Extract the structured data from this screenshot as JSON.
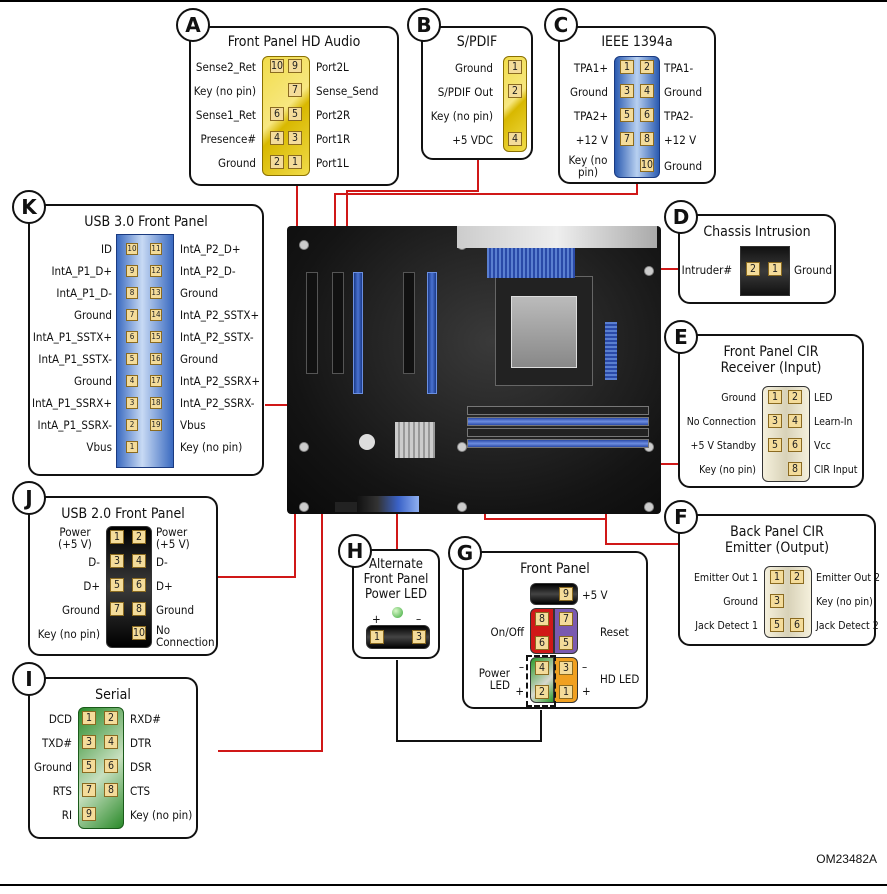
{
  "figure_id": "OM23482A",
  "connectors": {
    "A": {
      "badge": "A",
      "title": "Front Panel HD Audio",
      "rows": [
        {
          "left": "Sense2_Ret",
          "pins": [
            "10",
            "9"
          ],
          "right": "Port2L"
        },
        {
          "left": "Key (no pin)",
          "pins": [
            "",
            "7"
          ],
          "right": "Sense_Send"
        },
        {
          "left": "Sense1_Ret",
          "pins": [
            "6",
            "5"
          ],
          "right": "Port2R"
        },
        {
          "left": "Presence#",
          "pins": [
            "4",
            "3"
          ],
          "right": "Port1R"
        },
        {
          "left": "Ground",
          "pins": [
            "2",
            "1"
          ],
          "right": "Port1L"
        }
      ]
    },
    "B": {
      "badge": "B",
      "title": "S/PDIF",
      "rows": [
        {
          "left": "Ground",
          "pin": "1"
        },
        {
          "left": "S/PDIF Out",
          "pin": "2"
        },
        {
          "left": "Key (no pin)",
          "pin": ""
        },
        {
          "left": "+5 VDC",
          "pin": "4"
        }
      ]
    },
    "C": {
      "badge": "C",
      "title": "IEEE 1394a",
      "rows": [
        {
          "left": "TPA1+",
          "pins": [
            "1",
            "2"
          ],
          "right": "TPA1-"
        },
        {
          "left": "Ground",
          "pins": [
            "3",
            "4"
          ],
          "right": "Ground"
        },
        {
          "left": "TPA2+",
          "pins": [
            "5",
            "6"
          ],
          "right": "TPA2-"
        },
        {
          "left": "+12 V",
          "pins": [
            "7",
            "8"
          ],
          "right": "+12 V"
        },
        {
          "left": "Key (no pin)",
          "pins": [
            "",
            "10"
          ],
          "right": "Ground"
        }
      ]
    },
    "D": {
      "badge": "D",
      "title": "Chassis Intrusion",
      "left": "Intruder#",
      "pins": [
        "2",
        "1"
      ],
      "right": "Ground"
    },
    "E": {
      "badge": "E",
      "title_line1": "Front Panel CIR",
      "title_line2": "Receiver (Input)",
      "rows": [
        {
          "left": "Ground",
          "pins": [
            "1",
            "2"
          ],
          "right": "LED"
        },
        {
          "left": "No Connection",
          "pins": [
            "3",
            "4"
          ],
          "right": "Learn-In"
        },
        {
          "left": "+5 V Standby",
          "pins": [
            "5",
            "6"
          ],
          "right": "Vcc"
        },
        {
          "left": "Key (no pin)",
          "pins": [
            "",
            "8"
          ],
          "right": "CIR Input"
        }
      ]
    },
    "F": {
      "badge": "F",
      "title_line1": "Back Panel CIR",
      "title_line2": "Emitter (Output)",
      "rows": [
        {
          "left": "Emitter Out 1",
          "pins": [
            "1",
            "2"
          ],
          "right": "Emitter Out 2"
        },
        {
          "left": "Ground",
          "pins": [
            "3",
            ""
          ],
          "right": "Key (no pin)"
        },
        {
          "left": "Jack Detect 1",
          "pins": [
            "5",
            "6"
          ],
          "right": "Jack Detect 2"
        }
      ]
    },
    "G": {
      "badge": "G",
      "title": "Front Panel",
      "pins": [
        "9",
        "8",
        "7",
        "6",
        "5",
        "4",
        "3",
        "2",
        "1"
      ],
      "labels": {
        "plus5v": "+5 V",
        "onoff": "On/Off",
        "reset": "Reset",
        "powerled_1": "Power",
        "powerled_2": "LED",
        "hdled": "HD LED",
        "minus": "–",
        "plus": "+"
      }
    },
    "H": {
      "badge": "H",
      "title_line1": "Alternate",
      "title_line2": "Front Panel",
      "title_line3": "Power LED",
      "plus": "+",
      "minus": "–",
      "pins": [
        "1",
        "3"
      ]
    },
    "I": {
      "badge": "I",
      "title": "Serial",
      "rows": [
        {
          "left": "DCD",
          "pins": [
            "1",
            "2"
          ],
          "right": "RXD#"
        },
        {
          "left": "TXD#",
          "pins": [
            "3",
            "4"
          ],
          "right": "DTR"
        },
        {
          "left": "Ground",
          "pins": [
            "5",
            "6"
          ],
          "right": "DSR"
        },
        {
          "left": "RTS",
          "pins": [
            "7",
            "8"
          ],
          "right": "CTS"
        },
        {
          "left": "RI",
          "pins": [
            "9",
            ""
          ],
          "right": "Key (no pin)"
        }
      ]
    },
    "J": {
      "badge": "J",
      "title": "USB 2.0 Front Panel",
      "rows": [
        {
          "left": "Power (+5 V)",
          "pins": [
            "1",
            "2"
          ],
          "right": "Power (+5 V)"
        },
        {
          "left": "D-",
          "pins": [
            "3",
            "4"
          ],
          "right": "D-"
        },
        {
          "left": "D+",
          "pins": [
            "5",
            "6"
          ],
          "right": "D+"
        },
        {
          "left": "Ground",
          "pins": [
            "7",
            "8"
          ],
          "right": "Ground"
        },
        {
          "left": "Key (no pin)",
          "pins": [
            "",
            "10"
          ],
          "right": "No Connection"
        }
      ]
    },
    "K": {
      "badge": "K",
      "title": "USB 3.0 Front Panel",
      "rows": [
        {
          "left": "ID",
          "pins": [
            "10",
            "11"
          ],
          "right": "IntA_P2_D+"
        },
        {
          "left": "IntA_P1_D+",
          "pins": [
            "9",
            "12"
          ],
          "right": "IntA_P2_D-"
        },
        {
          "left": "IntA_P1_D-",
          "pins": [
            "8",
            "13"
          ],
          "right": "Ground"
        },
        {
          "left": "Ground",
          "pins": [
            "7",
            "14"
          ],
          "right": "IntA_P2_SSTX+"
        },
        {
          "left": "IntA_P1_SSTX+",
          "pins": [
            "6",
            "15"
          ],
          "right": "IntA_P2_SSTX-"
        },
        {
          "left": "IntA_P1_SSTX-",
          "pins": [
            "5",
            "16"
          ],
          "right": "Ground"
        },
        {
          "left": "Ground",
          "pins": [
            "4",
            "17"
          ],
          "right": "IntA_P2_SSRX+"
        },
        {
          "left": "IntA_P1_SSRX+",
          "pins": [
            "3",
            "18"
          ],
          "right": "IntA_P2_SSRX-"
        },
        {
          "left": "IntA_P1_SSRX-",
          "pins": [
            "2",
            "19"
          ],
          "right": "Vbus"
        },
        {
          "left": "Vbus",
          "pins": [
            "1",
            ""
          ],
          "right": "Key (no pin)"
        }
      ]
    }
  }
}
